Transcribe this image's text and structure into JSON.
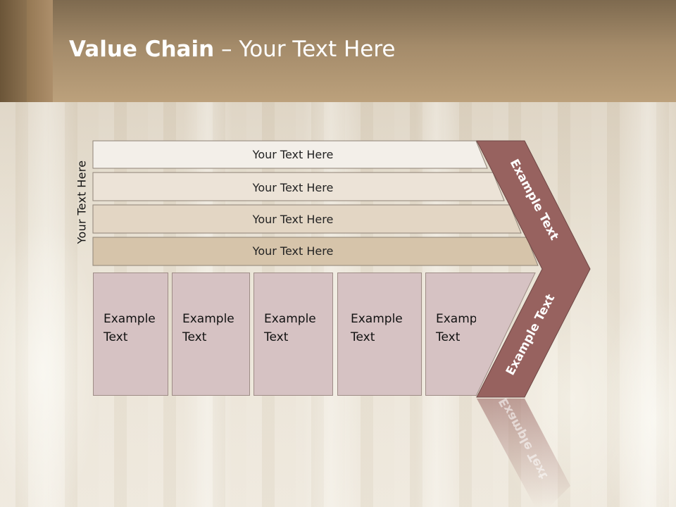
{
  "slide": {
    "title_bold": "Value Chain",
    "title_rest": " – Your Text Here"
  },
  "diagram": {
    "vertical_label": "Your Text Here",
    "bars": [
      {
        "label": "Your Text Here"
      },
      {
        "label": "Your Text Here"
      },
      {
        "label": "Your Text Here"
      },
      {
        "label": "Your Text Here"
      }
    ],
    "boxes": [
      {
        "line1": "Example",
        "line2": "Text"
      },
      {
        "line1": "Example",
        "line2": "Text"
      },
      {
        "line1": "Example",
        "line2": "Text"
      },
      {
        "line1": "Example",
        "line2": "Text"
      },
      {
        "line1": "Example",
        "line2": "Text"
      }
    ],
    "chevron_top_label": "Example Text",
    "chevron_bottom_label": "Example Text"
  },
  "colors": {
    "chevron": "#97625f",
    "box_fill": "#d6c2c3",
    "bar_fills": [
      "#f3efe9",
      "#ece3d7",
      "#e3d6c4",
      "#d6c4aa"
    ]
  }
}
